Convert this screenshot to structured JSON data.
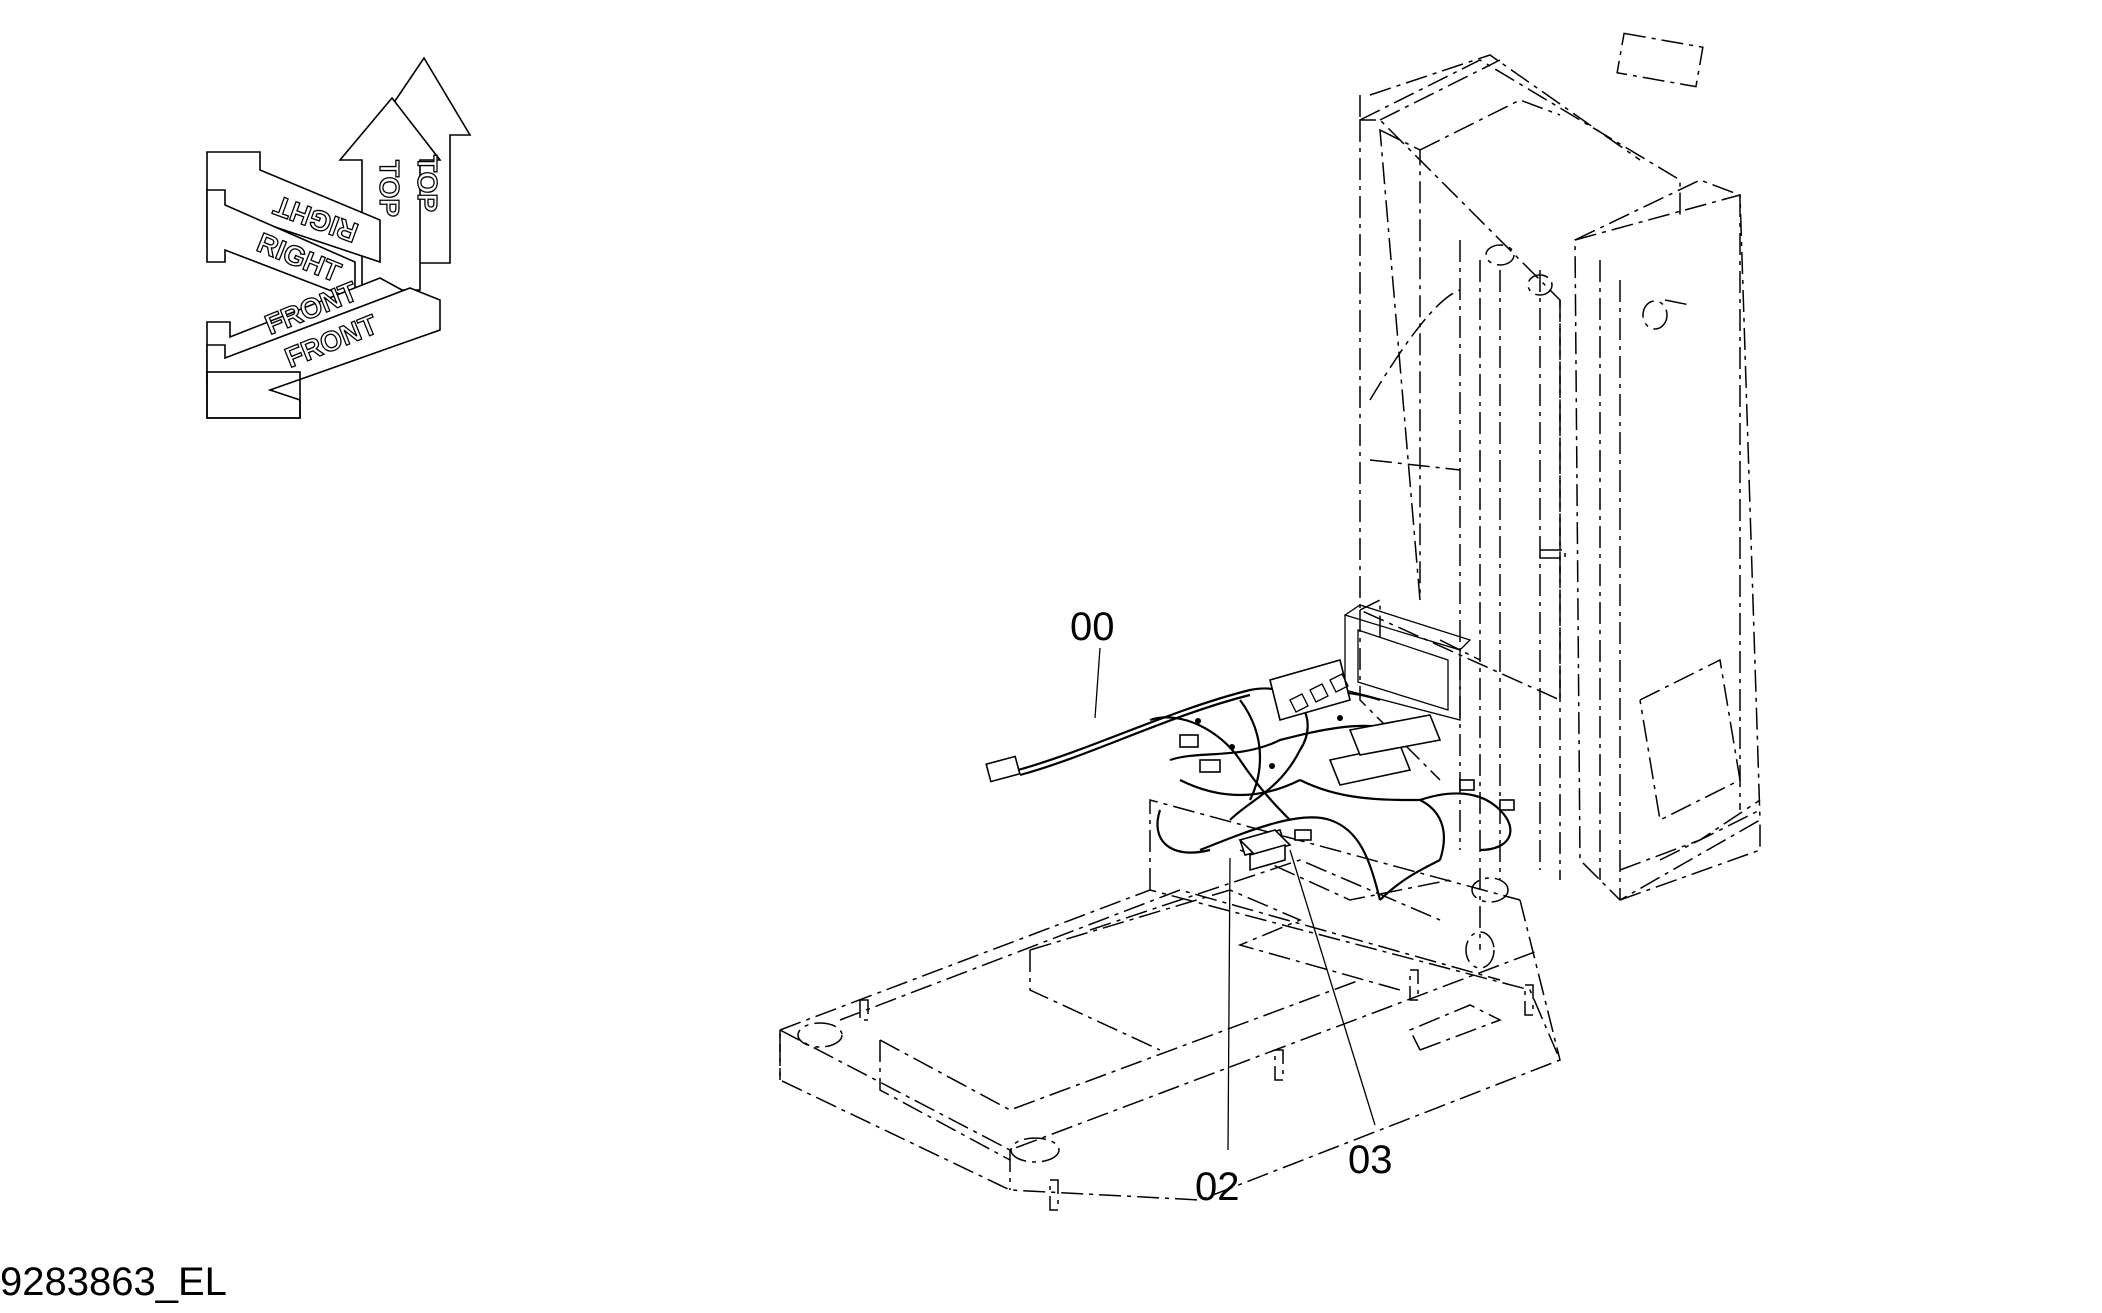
{
  "orientation": {
    "top_label": "TOP",
    "right_label": "RIGHT",
    "front_label": "FRONT"
  },
  "callouts": {
    "harness_00": "00",
    "part_02": "02",
    "part_03": "03"
  },
  "drawing_number": "9283863_EL"
}
